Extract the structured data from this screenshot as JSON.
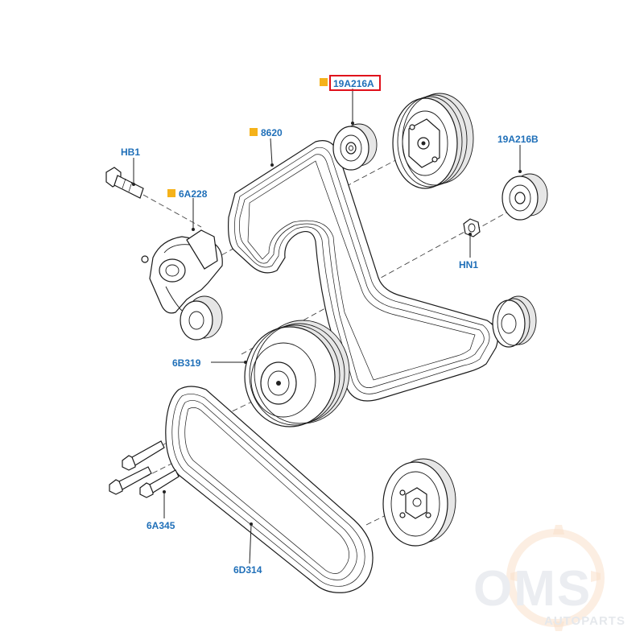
{
  "colors": {
    "label_blue": "#1f6fb8",
    "new_part_marker": "#f5b21a",
    "highlight_box": "#e0101b",
    "line": "#1a1a1a",
    "watermark": "#eceef1",
    "watermark_accent": "#f7dcc4"
  },
  "parts": [
    {
      "id": "19A216A",
      "label": "19A216A",
      "marker": true,
      "highlighted": true,
      "name": "idler-pulley-upper"
    },
    {
      "id": "8620",
      "label": "8620",
      "marker": true,
      "highlighted": false,
      "name": "accessory-drive-belt"
    },
    {
      "id": "HB1",
      "label": "HB1",
      "marker": false,
      "highlighted": false,
      "name": "tensioner-bolt"
    },
    {
      "id": "6A228",
      "label": "6A228",
      "marker": true,
      "highlighted": false,
      "name": "belt-tensioner"
    },
    {
      "id": "19A216B",
      "label": "19A216B",
      "marker": false,
      "highlighted": false,
      "name": "idler-pulley-right"
    },
    {
      "id": "HN1",
      "label": "HN1",
      "marker": false,
      "highlighted": false,
      "name": "idler-nut"
    },
    {
      "id": "6B319",
      "label": "6B319",
      "marker": false,
      "highlighted": false,
      "name": "crankshaft-damper-pulley"
    },
    {
      "id": "6A345",
      "label": "6A345",
      "marker": false,
      "highlighted": false,
      "name": "damper-bolts"
    },
    {
      "id": "6D314",
      "label": "6D314",
      "marker": false,
      "highlighted": false,
      "name": "water-pump-drive-belt"
    }
  ],
  "watermark": {
    "logo_text": "OMS",
    "sub_text": "AUTOPARTS"
  }
}
